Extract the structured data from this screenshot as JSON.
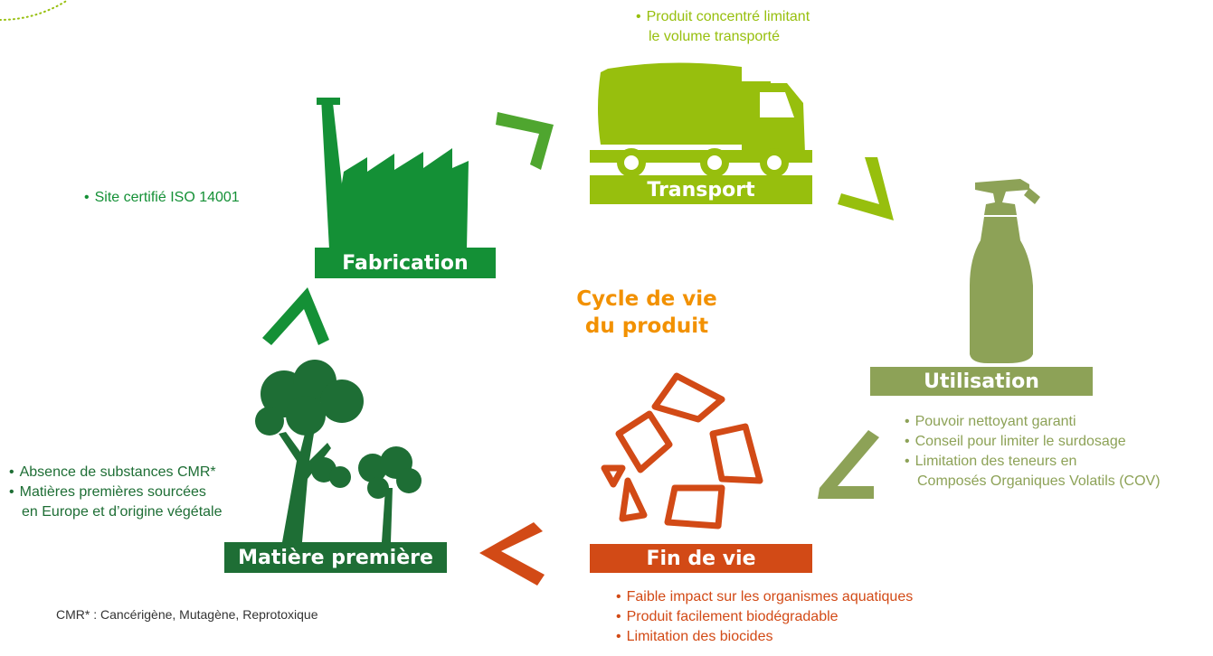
{
  "center_title": {
    "line1": "Cycle de vie",
    "line2": "du produit"
  },
  "stages": {
    "fabrication": {
      "label": "Fabrication",
      "color": "#149036",
      "notes": [
        "Site certifié ISO 14001"
      ]
    },
    "transport": {
      "label": "Transport",
      "color": "#97bf0d",
      "notes": [
        "Produit concentré limitant",
        "le volume transporté"
      ]
    },
    "utilisation": {
      "label": "Utilisation",
      "color": "#8da257",
      "notes": [
        "Pouvoir nettoyant garanti",
        "Conseil pour limiter le surdosage",
        "Limitation des teneurs en",
        "Composés Organiques Volatils (COV)"
      ]
    },
    "fin_de_vie": {
      "label": "Fin de vie",
      "color": "#d24a16",
      "notes": [
        "Faible impact sur les organismes aquatiques",
        "Produit facilement biodégradable",
        "Limitation des biocides"
      ]
    },
    "matiere_premiere": {
      "label": "Matière première",
      "color": "#1e6e35",
      "notes": [
        "Absence de substances CMR*",
        "Matières premières sourcées",
        "en Europe et d’origine végétale"
      ]
    }
  },
  "footnote": "CMR* : Cancérigène, Mutagène, Reprotoxique",
  "bullet": "•",
  "icons": [
    "factory-icon",
    "truck-icon",
    "spray-bottle-icon",
    "recycle-icon",
    "trees-icon"
  ]
}
